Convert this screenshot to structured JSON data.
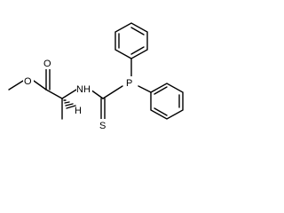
{
  "molecule": {
    "atoms": {
      "O_carbonyl": "O",
      "O_ester": "O",
      "N": "NH",
      "P": "P",
      "S": "S",
      "H": "H"
    },
    "colors": {
      "bond": "#000000",
      "label": "#000000",
      "background": "#ffffff"
    }
  }
}
